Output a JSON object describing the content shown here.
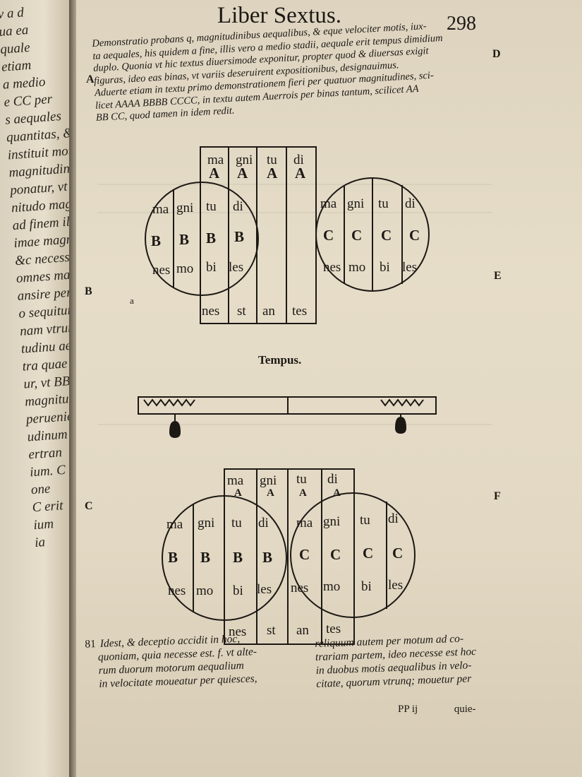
{
  "left_page_lines": [
    "v  a  d",
    "ua  ea",
    "quale",
    "etiam",
    "a medio",
    "e CC per",
    "s aequales",
    "quantitas, &",
    "instituit motus",
    "magnitudinum BB",
    "ponatur, vt magni-",
    "nitudo magnitudin",
    "ad finem illa",
    "imae magnitudinis",
    "&c necesse est,",
    "omnes magnitu",
    "ansire per dimidiu",
    "o sequitur vt tempus",
    "nam vtrunque dimidium",
    "tudinu aequale ipsu",
    "tra quae mouetur.",
    "ur, vt BB pertran",
    "magnitudines CC",
    "perueniet prima",
    "udinum C,",
    "ertran",
    "ium. C",
    "one",
    "C erit",
    "ium",
    "ia"
  ],
  "header": {
    "running_title": "Liber Sextus.",
    "page_number": "298"
  },
  "margin_letters": {
    "a": "A",
    "d": "D",
    "b": "B",
    "e": "E",
    "c": "C",
    "f": "F"
  },
  "intro_lines": [
    "Demonstratio probans q, magnitudinibus aequalibus, & eque velociter motis, iux-",
    "ta aequales, his quidem a fine, illis vero a medio stadii, aequale erit tempus dimidium",
    "duplo. Quonia vt hic textus diuersimode exponitur, propter quod & diuersas exigit",
    "figuras, ideo eas binas, vt variis deseruirent expositionibus, designauimus.",
    "Aduerte etiam in textu primo demonstrationem fieri per quatuor magnitudines, sci-",
    "licet AAAA BBBB CCCC, in textu autem Auerrois per binas tantum, scilicet AA",
    "BB CC, quod tamen in idem redit."
  ],
  "figure1": {
    "a_column": {
      "syllables_top": [
        "ma",
        "gni",
        "tu",
        "di"
      ],
      "letters": [
        "A",
        "A",
        "A",
        "A"
      ],
      "syllables_bottom": [
        "nes",
        "st",
        "an",
        "tes"
      ]
    },
    "b_circle": {
      "syllables_top": [
        "ma",
        "gni",
        "tu",
        "di"
      ],
      "letters": [
        "B",
        "B",
        "B",
        "B"
      ],
      "syllables_bottom": [
        "nes",
        "mo",
        "bi",
        "les"
      ]
    },
    "c_circle": {
      "syllables_top": [
        "ma",
        "gni",
        "tu",
        "di"
      ],
      "letters": [
        "C",
        "C",
        "C",
        "C"
      ],
      "syllables_bottom": [
        "nes",
        "mo",
        "bi",
        "les"
      ]
    },
    "mark": "a"
  },
  "tempus_label": "Tempus.",
  "figure2": {
    "a_column": {
      "syllables_top": [
        "ma",
        "gni",
        "tu",
        "di"
      ],
      "letters": [
        "A",
        "A",
        "A",
        "A"
      ],
      "syllables_bottom": [
        "nes",
        "st",
        "an",
        "tes"
      ]
    },
    "b_circle": {
      "syllables_top": [
        "ma",
        "gni",
        "tu",
        "di"
      ],
      "letters": [
        "B",
        "B",
        "B",
        "B"
      ],
      "syllables_bottom": [
        "nes",
        "mo",
        "bi",
        "les"
      ]
    },
    "c_circle": {
      "syllables_top": [
        "ma",
        "gni",
        "tu",
        "di"
      ],
      "letters": [
        "C",
        "C",
        "C",
        "C"
      ],
      "syllables_bottom": [
        "nes",
        "mo",
        "bi",
        "les"
      ]
    }
  },
  "footnote_number": "81",
  "footnote_left": [
    "Idest, & deceptio accidit in hoc,",
    "quoniam, quia necesse est. f. vt alte-",
    "rum duorum motorum aequalium",
    "in velocitate moueatur per quiesces,"
  ],
  "footnote_right": [
    "reliquum autem per motum ad co-",
    "trariam partem, ideo necesse est hoc",
    "in duobus motis aequalibus in velo-",
    "citate, quorum vtrunq; mouetur per"
  ],
  "signature": "PP  ij",
  "catchword": "quie-"
}
